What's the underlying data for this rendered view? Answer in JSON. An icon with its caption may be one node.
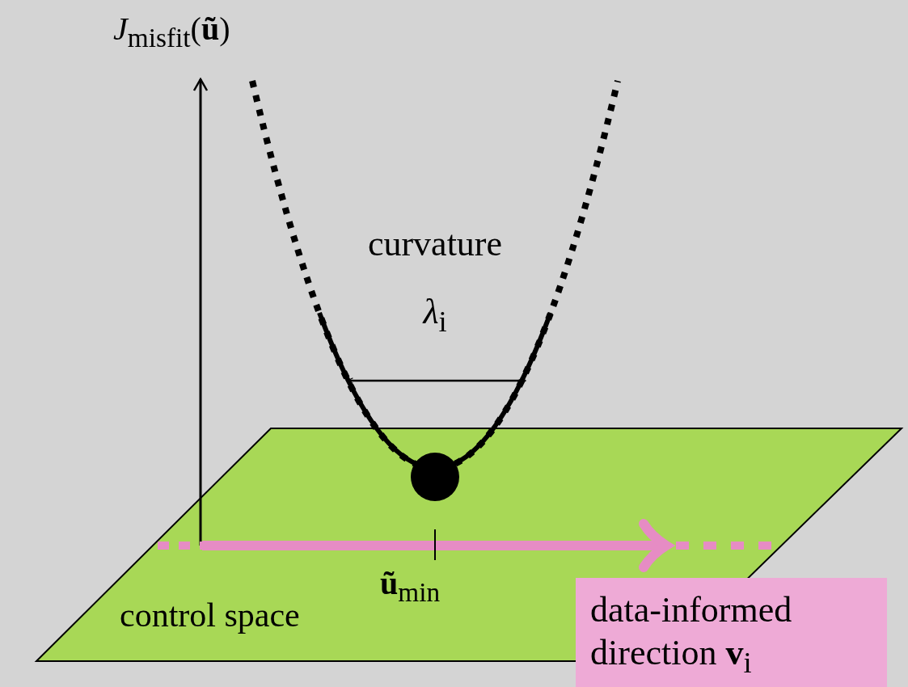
{
  "diagram": {
    "nodes": [
      {
        "text": [
          "control space"
        ]
      },
      {
        "text": [
          "data-informed direction **v**$_{i}$"
        ]
      }
    ],
    "labels": [
      "*J*$_{misfit}$(**ũ**)",
      "curvature",
      "*λ*$_{i}$",
      "**ũ**$_{min}$"
    ]
  }
}
